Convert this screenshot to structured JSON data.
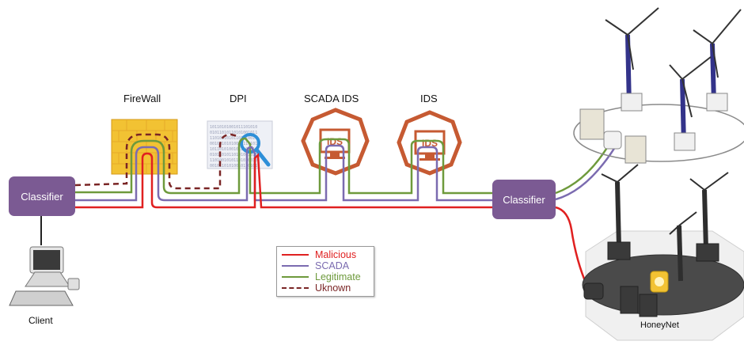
{
  "components": {
    "firewall": "FireWall",
    "dpi": "DPI",
    "scada_ids": "SCADA IDS",
    "ids": "IDS"
  },
  "ids_icon_text": "IDS",
  "classifier_left": "Classifier",
  "classifier_right": "Classifier",
  "client_label": "Client",
  "honeynet_label": "HoneyNet",
  "legend": [
    {
      "label": "Malicious",
      "color": "#e02020",
      "dashed": false
    },
    {
      "label": "SCADA",
      "color": "#7b6bb0",
      "dashed": false
    },
    {
      "label": "Legitimate",
      "color": "#6e9a3c",
      "dashed": false
    },
    {
      "label": "Uknown",
      "color": "#7a2525",
      "dashed": true
    }
  ],
  "colors": {
    "malicious": "#e02020",
    "scada": "#7b6bb0",
    "legitimate": "#6e9a3c",
    "unknown": "#7a2525",
    "classifier": "#7b5a93",
    "ids_hex": "#c65a32",
    "firewall": "#f2c233"
  }
}
